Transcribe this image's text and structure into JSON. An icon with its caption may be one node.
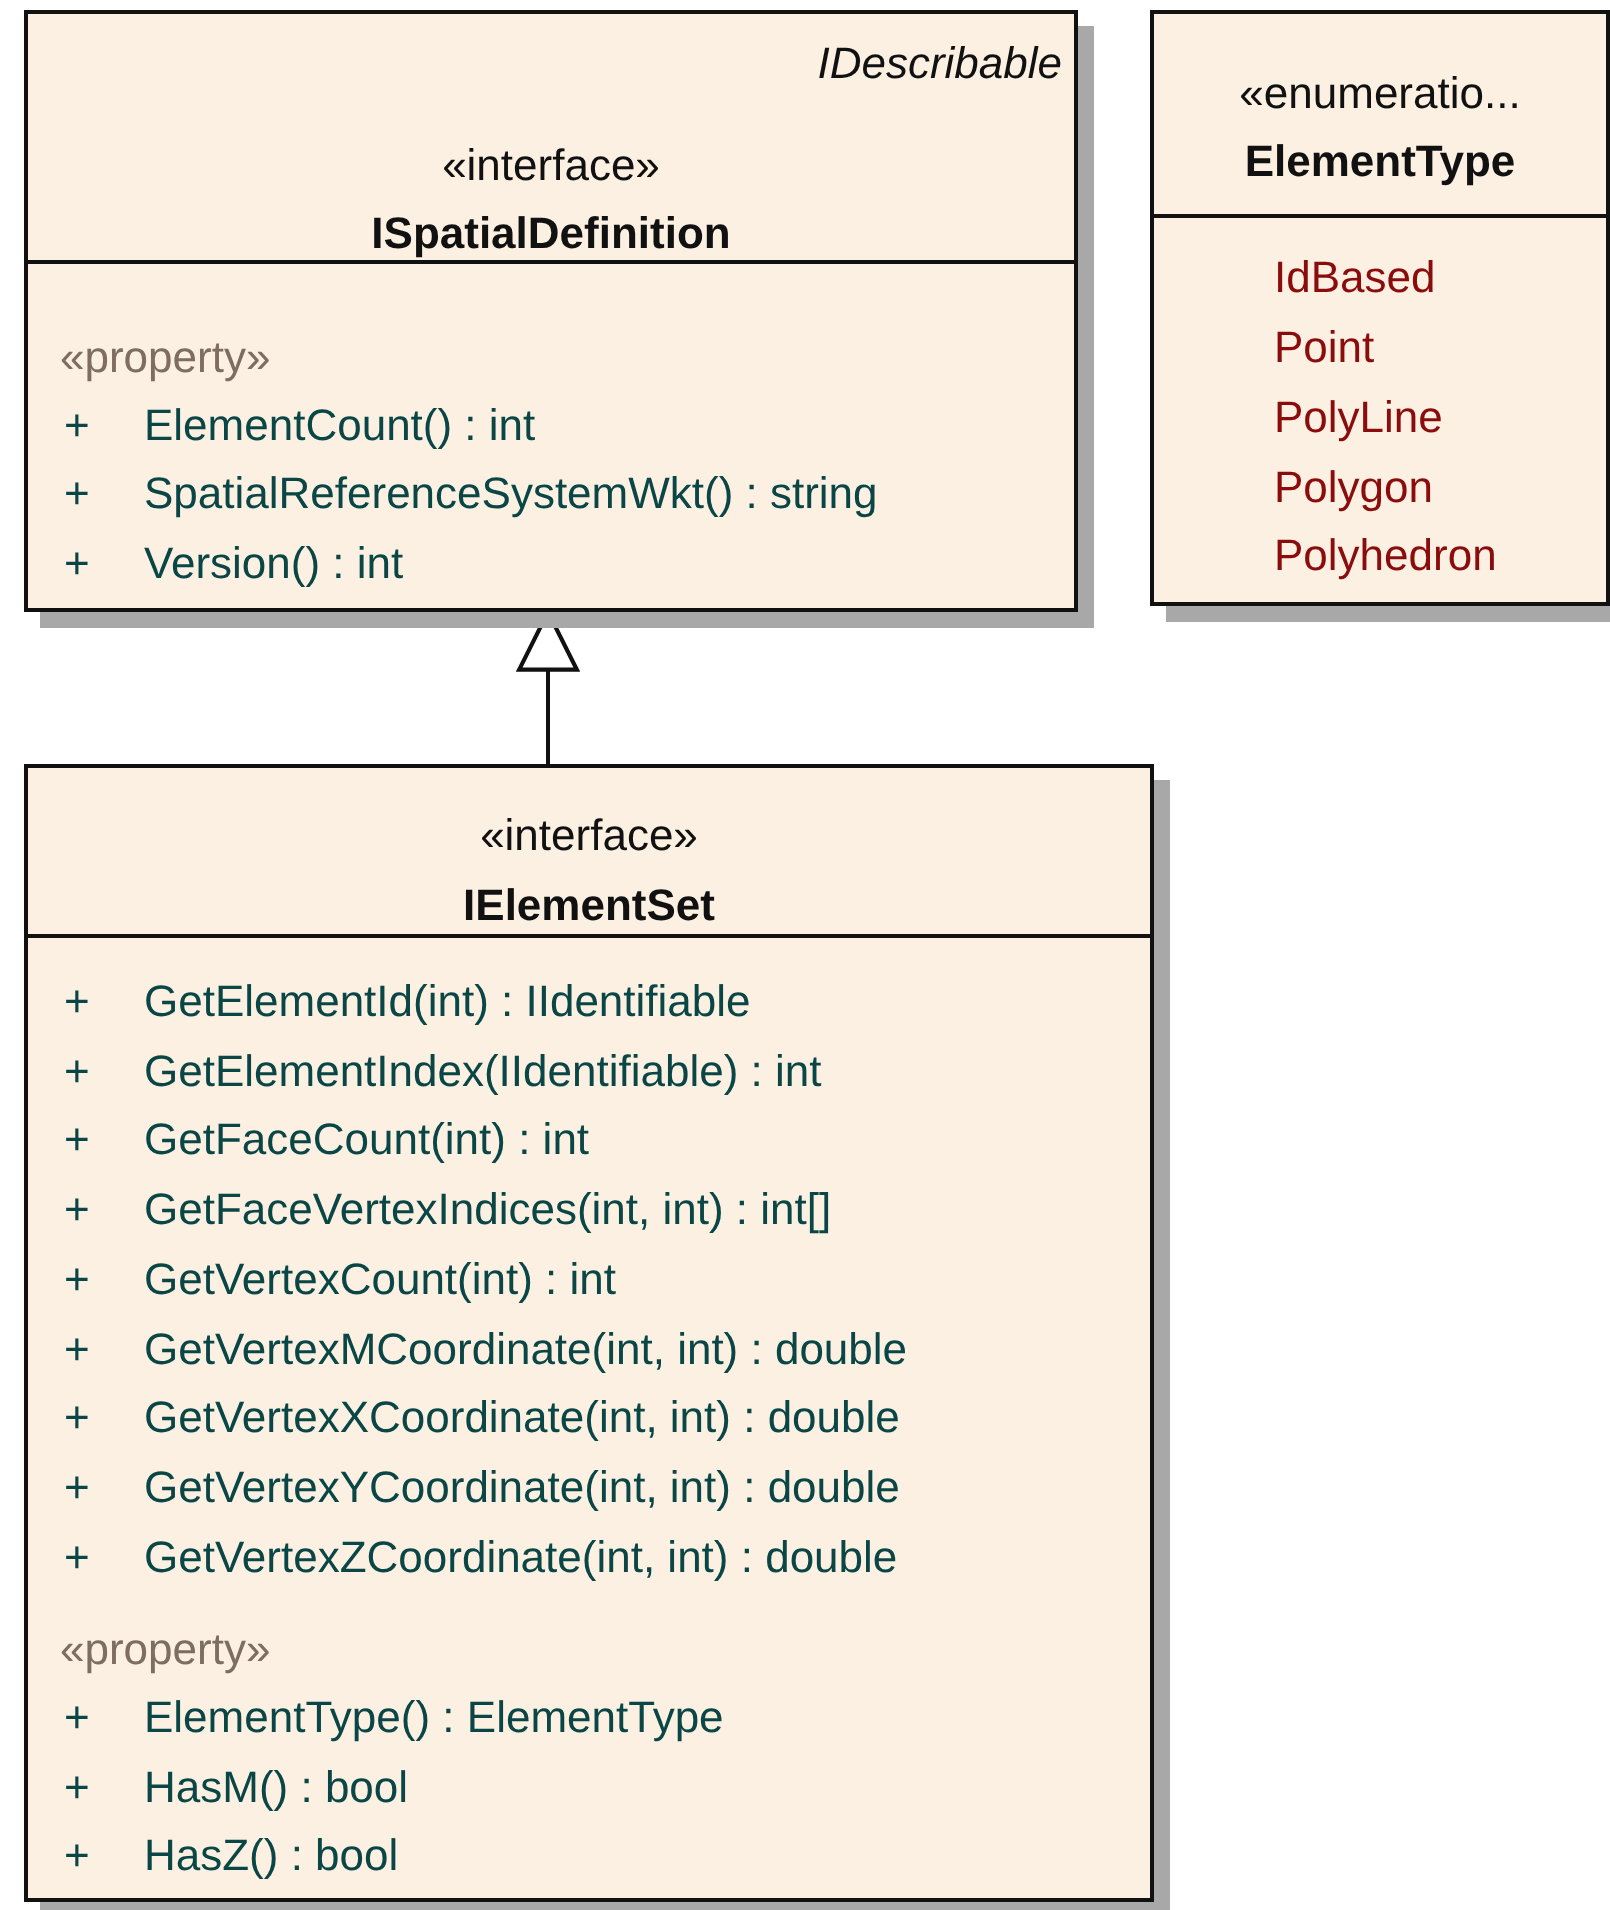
{
  "diagram": {
    "nodes": [
      {
        "text": [
          "IDescribable",
          "«interface»",
          "ISpatialDefinition",
          "«property»",
          "+ ElementCount() : int",
          "+ SpatialReferenceSystemWkt() : string",
          "+ Version() : int"
        ]
      },
      {
        "text": [
          "«enumeratio...",
          "ElementType",
          "IdBased",
          "Point",
          "PolyLine",
          "Polygon",
          "Polyhedron"
        ]
      },
      {
        "text": [
          "«interface»",
          "IElementSet",
          "+ GetElementId(int) : IIdentifiable",
          "+ GetElementIndex(IIdentifiable) : int",
          "+ GetFaceCount(int) : int",
          "+ GetFaceVertexIndices(int, int) : int[]",
          "+ GetVertexCount(int) : int",
          "+ GetVertexMCoordinate(int, int) : double",
          "+ GetVertexXCoordinate(int, int) : double",
          "+ GetVertexYCoordinate(int, int) : double",
          "+ GetVertexZCoordinate(int, int) : double",
          "«property»",
          "+ ElementType() : ElementType",
          "+ HasM() : bool",
          "+ HasZ() : bool"
        ]
      }
    ],
    "edges": [
      {
        "from": 2,
        "to": 0,
        "arrow": "to"
      }
    ]
  }
}
